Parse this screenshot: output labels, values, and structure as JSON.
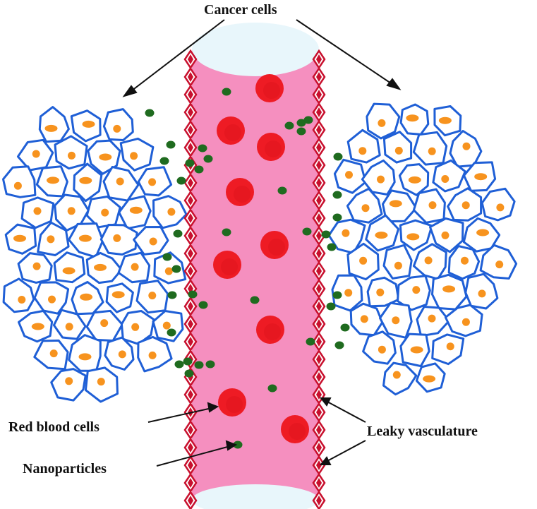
{
  "labels": {
    "cancer_cells": "Cancer cells",
    "red_blood_cells": "Red blood cells",
    "leaky_vasculature": "Leaky vasculature",
    "nanoparticles": "Nanoparticles"
  },
  "colors": {
    "vessel": "#f58fbf",
    "vessel_cap": "#e8f6fb",
    "wall_diamond": "#c8102e",
    "red_blood_cell": "#ee1b24",
    "nanoparticle": "#1f6b1f",
    "cancer_cell_outline": "#1f5fd6",
    "cancer_cell_nucleus": "#f7931e"
  }
}
